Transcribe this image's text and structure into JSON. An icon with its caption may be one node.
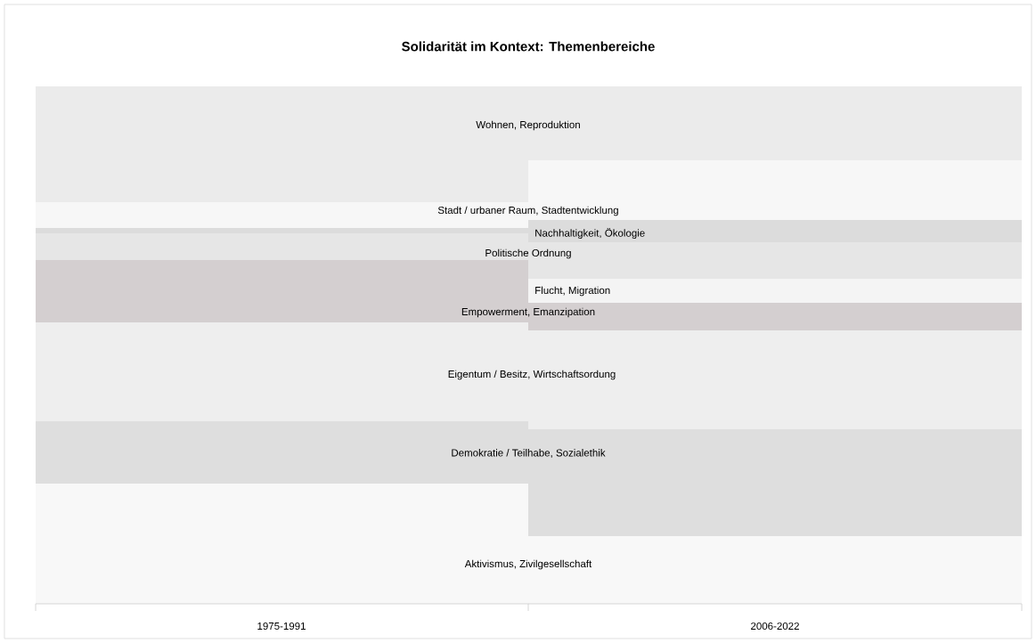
{
  "diagram": {
    "title": "Solidarität im Kontext: Themenbereiche",
    "nodes": [
      {
        "text": [
          "Wohnen, Reproduktion"
        ]
      },
      {
        "text": [
          "Stadt / urbaner Raum, Stadtentwicklung"
        ]
      },
      {
        "text": [
          "Nachhaltigkeit, Ökologie"
        ]
      },
      {
        "text": [
          "Politische Ordnung"
        ]
      },
      {
        "text": [
          "Flucht, Migration"
        ]
      },
      {
        "text": [
          "Empowerment, Emanzipation"
        ]
      },
      {
        "text": [
          "Eigentum / Besitz, Wirtschaftsordung"
        ]
      },
      {
        "text": [
          "Demokratie / Teilhabe, Sozialethik"
        ]
      },
      {
        "text": [
          "Aktivismus, Zivilgesellschaft"
        ]
      }
    ],
    "labels": [
      "1975-1991",
      "2006-2022"
    ]
  }
}
